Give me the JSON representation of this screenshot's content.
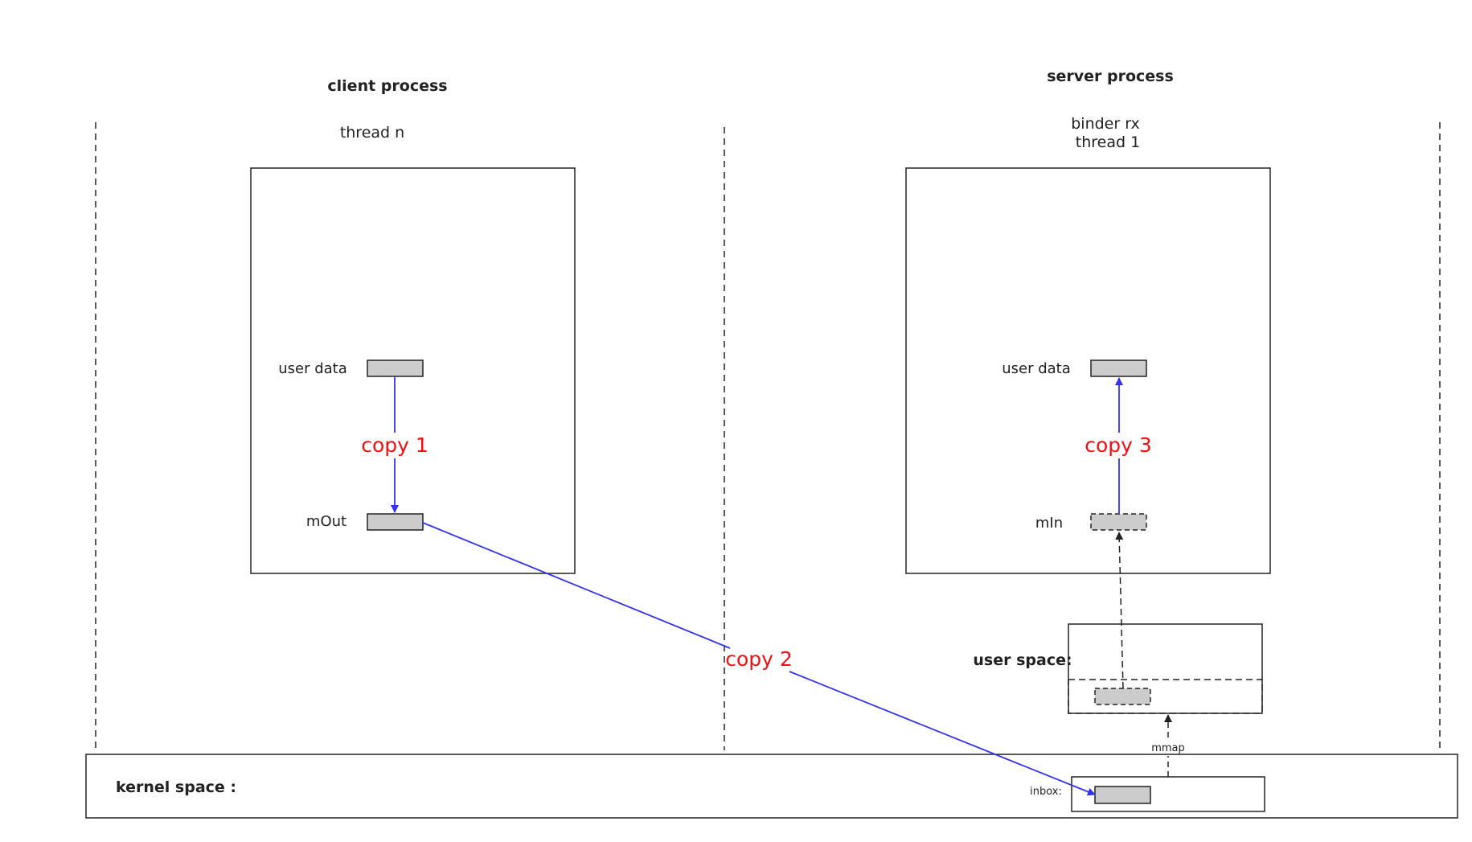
{
  "client": {
    "process_title": "client process",
    "thread_label": "thread n",
    "user_data_label": "user data",
    "mout_label": "mOut",
    "copy_label": "copy 1"
  },
  "server": {
    "process_title": "server process",
    "thread_label_line1": "binder rx",
    "thread_label_line2": "thread 1",
    "user_data_label": "user data",
    "min_label": "mIn",
    "copy_label": "copy 3",
    "user_space_label": "user space:",
    "mmap_label": "mmap"
  },
  "transfer": {
    "copy_label": "copy 2"
  },
  "kernel": {
    "space_label": "kernel space :",
    "inbox_label": "inbox:"
  },
  "colors": {
    "copy_text": "#ee1111",
    "arrow_blue": "#3333ee",
    "buffer_fill": "#cccccc",
    "line": "#222222"
  }
}
